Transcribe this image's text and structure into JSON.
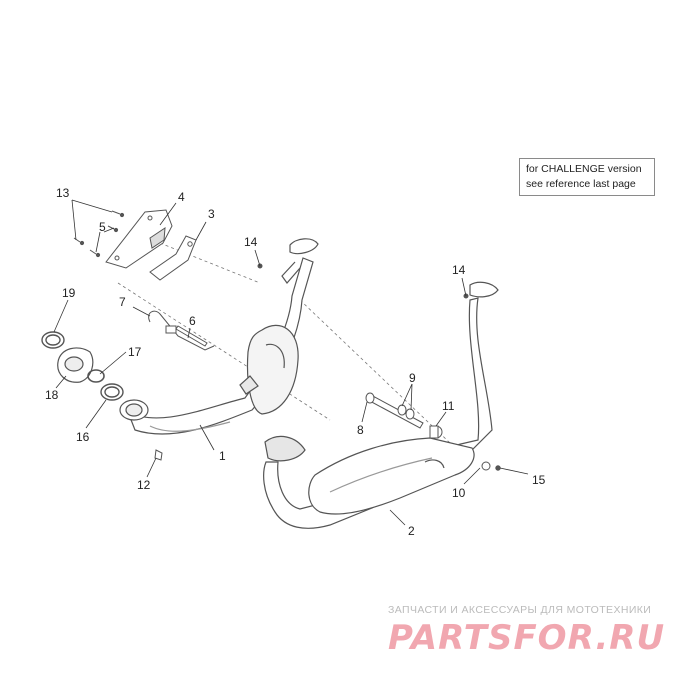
{
  "note": {
    "line1": "for CHALLENGE version",
    "line2": "see reference last page"
  },
  "callouts": [
    "1",
    "2",
    "3",
    "4",
    "5",
    "6",
    "7",
    "8",
    "9",
    "10",
    "11",
    "12",
    "13",
    "14",
    "14",
    "15",
    "16",
    "17",
    "18",
    "19"
  ],
  "watermark": {
    "tagline": "ЗАПЧАСТИ И АКСЕССУАРЫ ДЛЯ МОТОТЕХНИКИ",
    "logo": "PARTSFOR.RU"
  },
  "colors": {
    "line": "#555555",
    "leader": "#333333",
    "part_fill": "#ffffff",
    "shade": "#cfcfcf",
    "watermark": "#e13c50"
  }
}
